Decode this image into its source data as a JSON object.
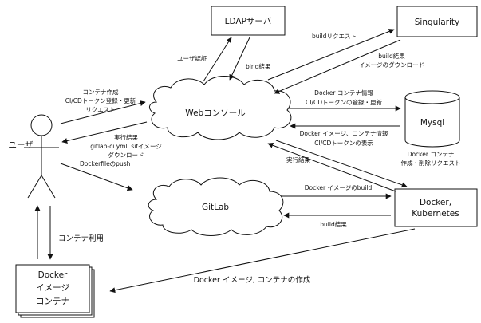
{
  "nodes": {
    "ldap": "LDAPサーバ",
    "singularity": "Singularity",
    "web": "Webコンソール",
    "mysql": "Mysql",
    "user": "ユーザ",
    "gitlab": "GitLab",
    "docker_k8s": [
      "Docker,",
      "Kubernetes"
    ],
    "docker_stack": [
      "Docker",
      "イメージ",
      "コンテナ"
    ]
  },
  "edges": {
    "user_auth": "ユーザ認証",
    "bind_result": "bind結果",
    "build_request": "buildリクエスト",
    "build_result_download": [
      "build結果",
      "イメージのダウンロード"
    ],
    "container_request": [
      "コンテナ作成",
      "CI/CDトークン登録・更新",
      "リクエスト"
    ],
    "exec_result_download": [
      "実行結果",
      "gitlab-ci.yml, sifイメージ",
      "ダウンロード"
    ],
    "docker_container_info_update": [
      "Docker コンテナ情報",
      "CI/CDトークンの登録・更新"
    ],
    "docker_image_container_display": [
      "Docker イメージ、コンテナ情報",
      "CI/CDトークンの表示"
    ],
    "docker_container_request": [
      "Docker コンテナ",
      "作成・削除リクエスト"
    ],
    "exec_result": "実行結果",
    "dockerfile_push": "Dockerfileのpush",
    "docker_image_build": "Docker イメージのbuild",
    "build_result": "build結果",
    "docker_create": "Docker イメージ, コンテナの作成",
    "container_use": "コンテナ利用"
  }
}
